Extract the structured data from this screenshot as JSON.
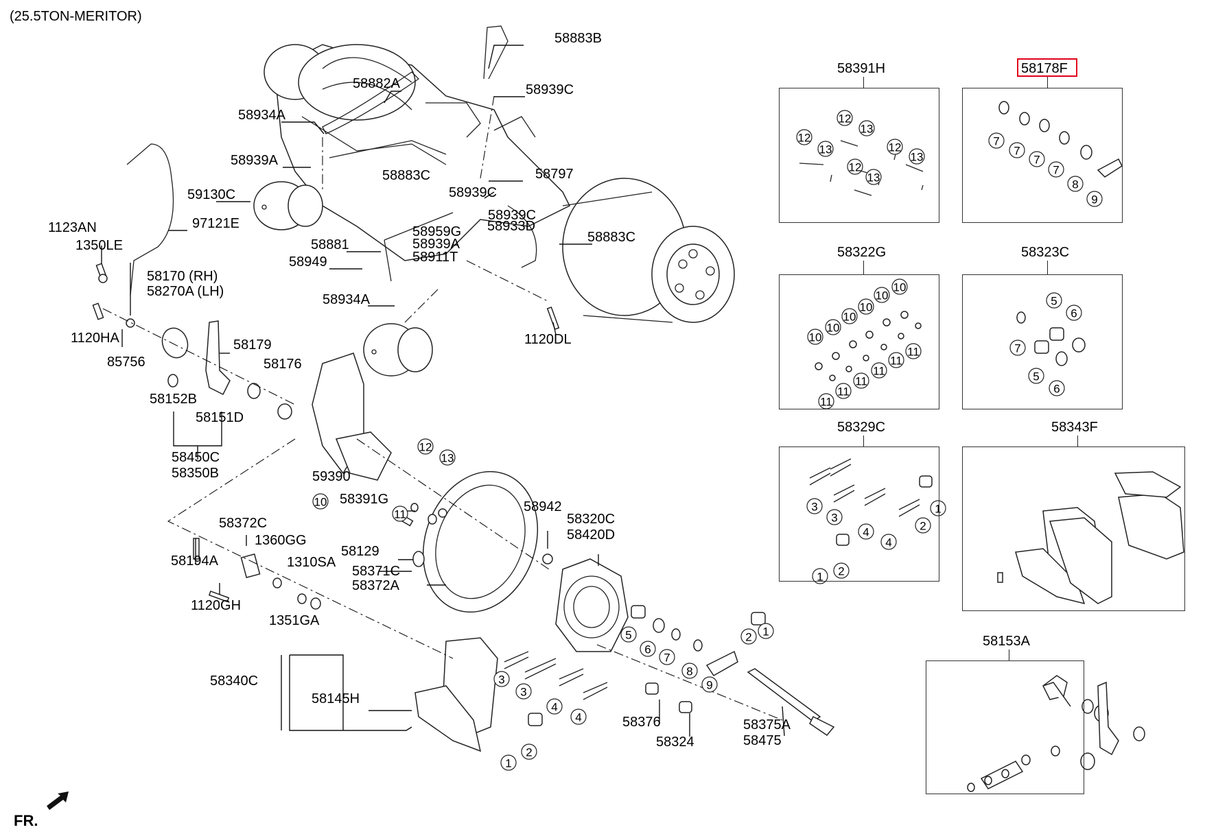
{
  "title": "(25.5TON-MERITOR)",
  "front_marker": "FR.",
  "highlighted_part": "58178F",
  "main_labels": [
    "58883B",
    "58882A",
    "58939C",
    "58934A",
    "58939A",
    "58883C",
    "58797",
    "58939C",
    "59130C",
    "58939C",
    "58933D",
    "58959G",
    "58939A",
    "58911T",
    "58883C",
    "58881",
    "58949",
    "97121E",
    "1123AN",
    "1350LE",
    "58170 (RH)",
    "58270A (LH)",
    "58934A",
    "1120DL",
    "1120HA",
    "85756",
    "58179",
    "58176",
    "58152B",
    "58151D",
    "58450C",
    "58350B",
    "59390",
    "58391G",
    "58942",
    "58320C",
    "58420D",
    "58372C",
    "1360GG",
    "58194A",
    "58129",
    "58371C",
    "58372A",
    "1310SA",
    "1120GH",
    "1351GA",
    "58340C",
    "58145H",
    "58376",
    "58324",
    "58375A",
    "58475"
  ],
  "callout_numbers": [
    "1",
    "2",
    "3",
    "4",
    "5",
    "6",
    "7",
    "8",
    "9",
    "10",
    "11",
    "12",
    "13"
  ],
  "kit_boxes": [
    {
      "label": "58391H",
      "callouts": [
        "12",
        "13",
        "12",
        "13",
        "12",
        "13",
        "12",
        "13"
      ]
    },
    {
      "label": "58178F",
      "callouts": [
        "7",
        "7",
        "7",
        "7",
        "8",
        "9"
      ]
    },
    {
      "label": "58322G",
      "callouts": [
        "10",
        "10",
        "10",
        "10",
        "10",
        "10",
        "11",
        "11",
        "11",
        "11",
        "11",
        "11"
      ]
    },
    {
      "label": "58323C",
      "callouts": [
        "5",
        "6",
        "7",
        "5",
        "6"
      ]
    },
    {
      "label": "58329C",
      "callouts": [
        "3",
        "3",
        "4",
        "4",
        "2",
        "1",
        "1",
        "2"
      ]
    },
    {
      "label": "58343F",
      "callouts": []
    },
    {
      "label": "58153A",
      "callouts": []
    }
  ]
}
